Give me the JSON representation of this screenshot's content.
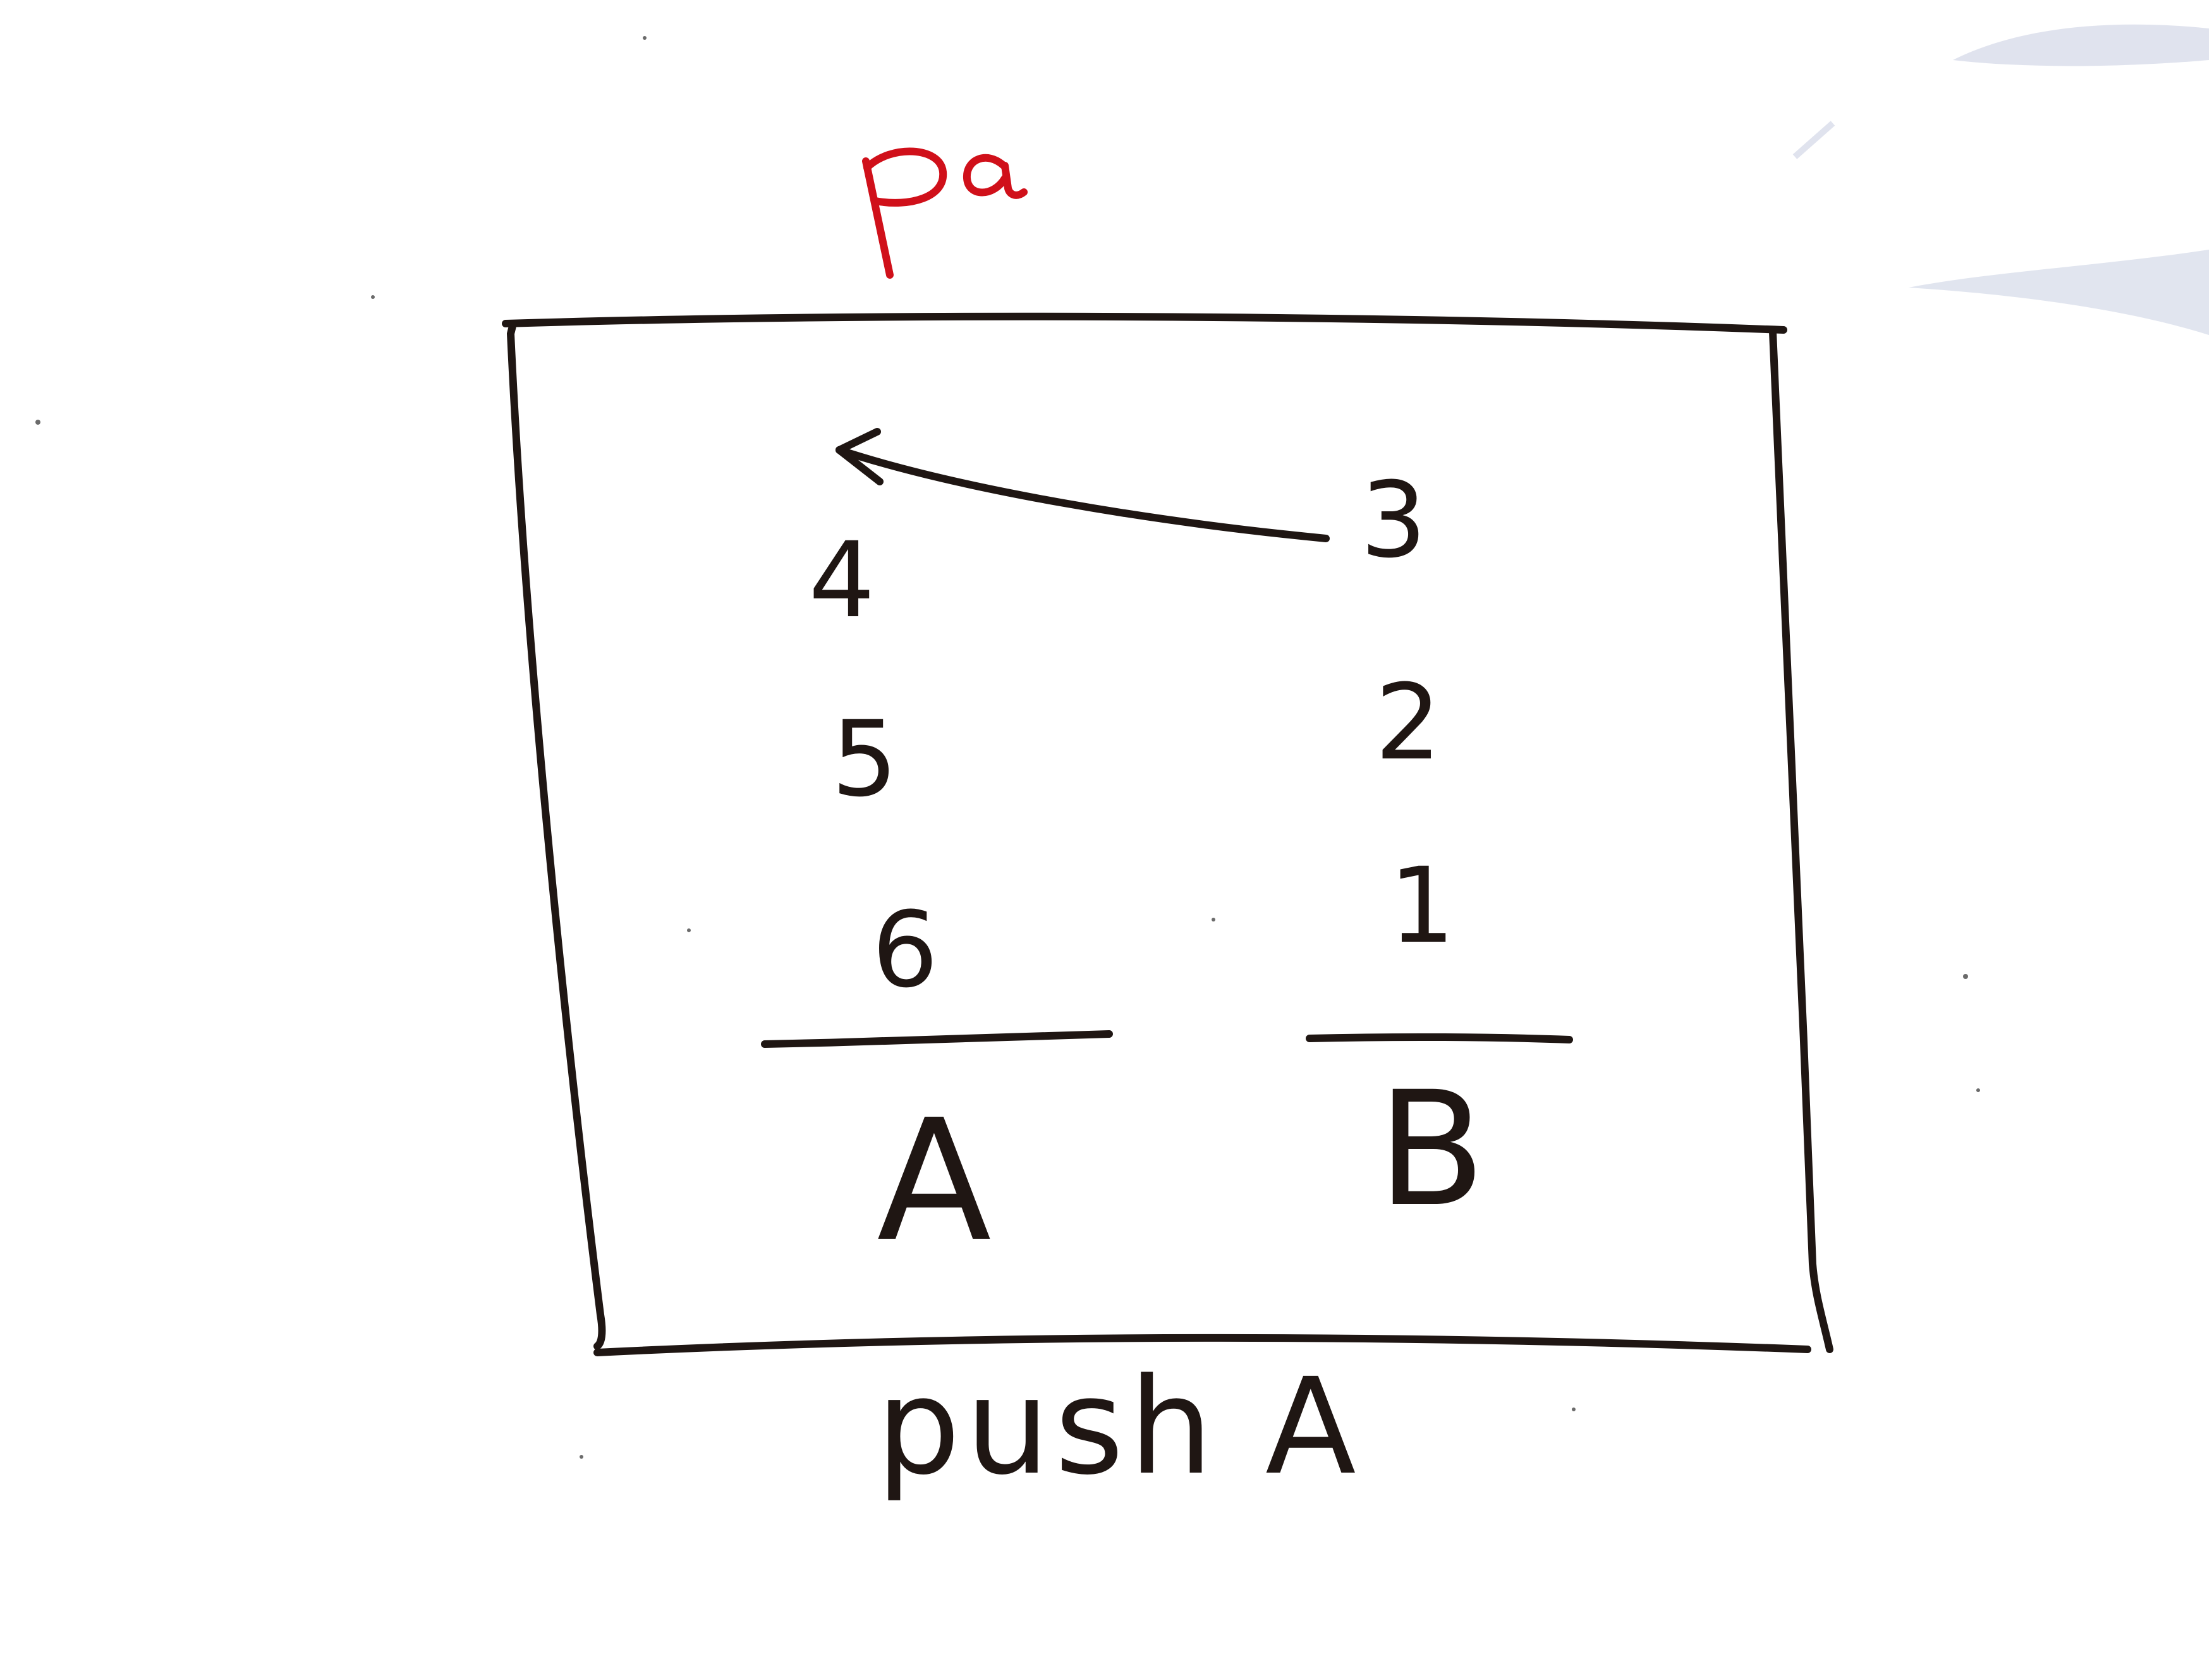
{
  "title": "pa",
  "operation_label": "push A",
  "stacks": [
    {
      "name": "A",
      "items": [
        "4",
        "5",
        "6"
      ]
    },
    {
      "name": "B",
      "items": [
        "3",
        "2",
        "1"
      ]
    }
  ],
  "colors": {
    "ink": "#1f1613",
    "title": "#d0101a",
    "smudge": "#b8bfd8"
  }
}
